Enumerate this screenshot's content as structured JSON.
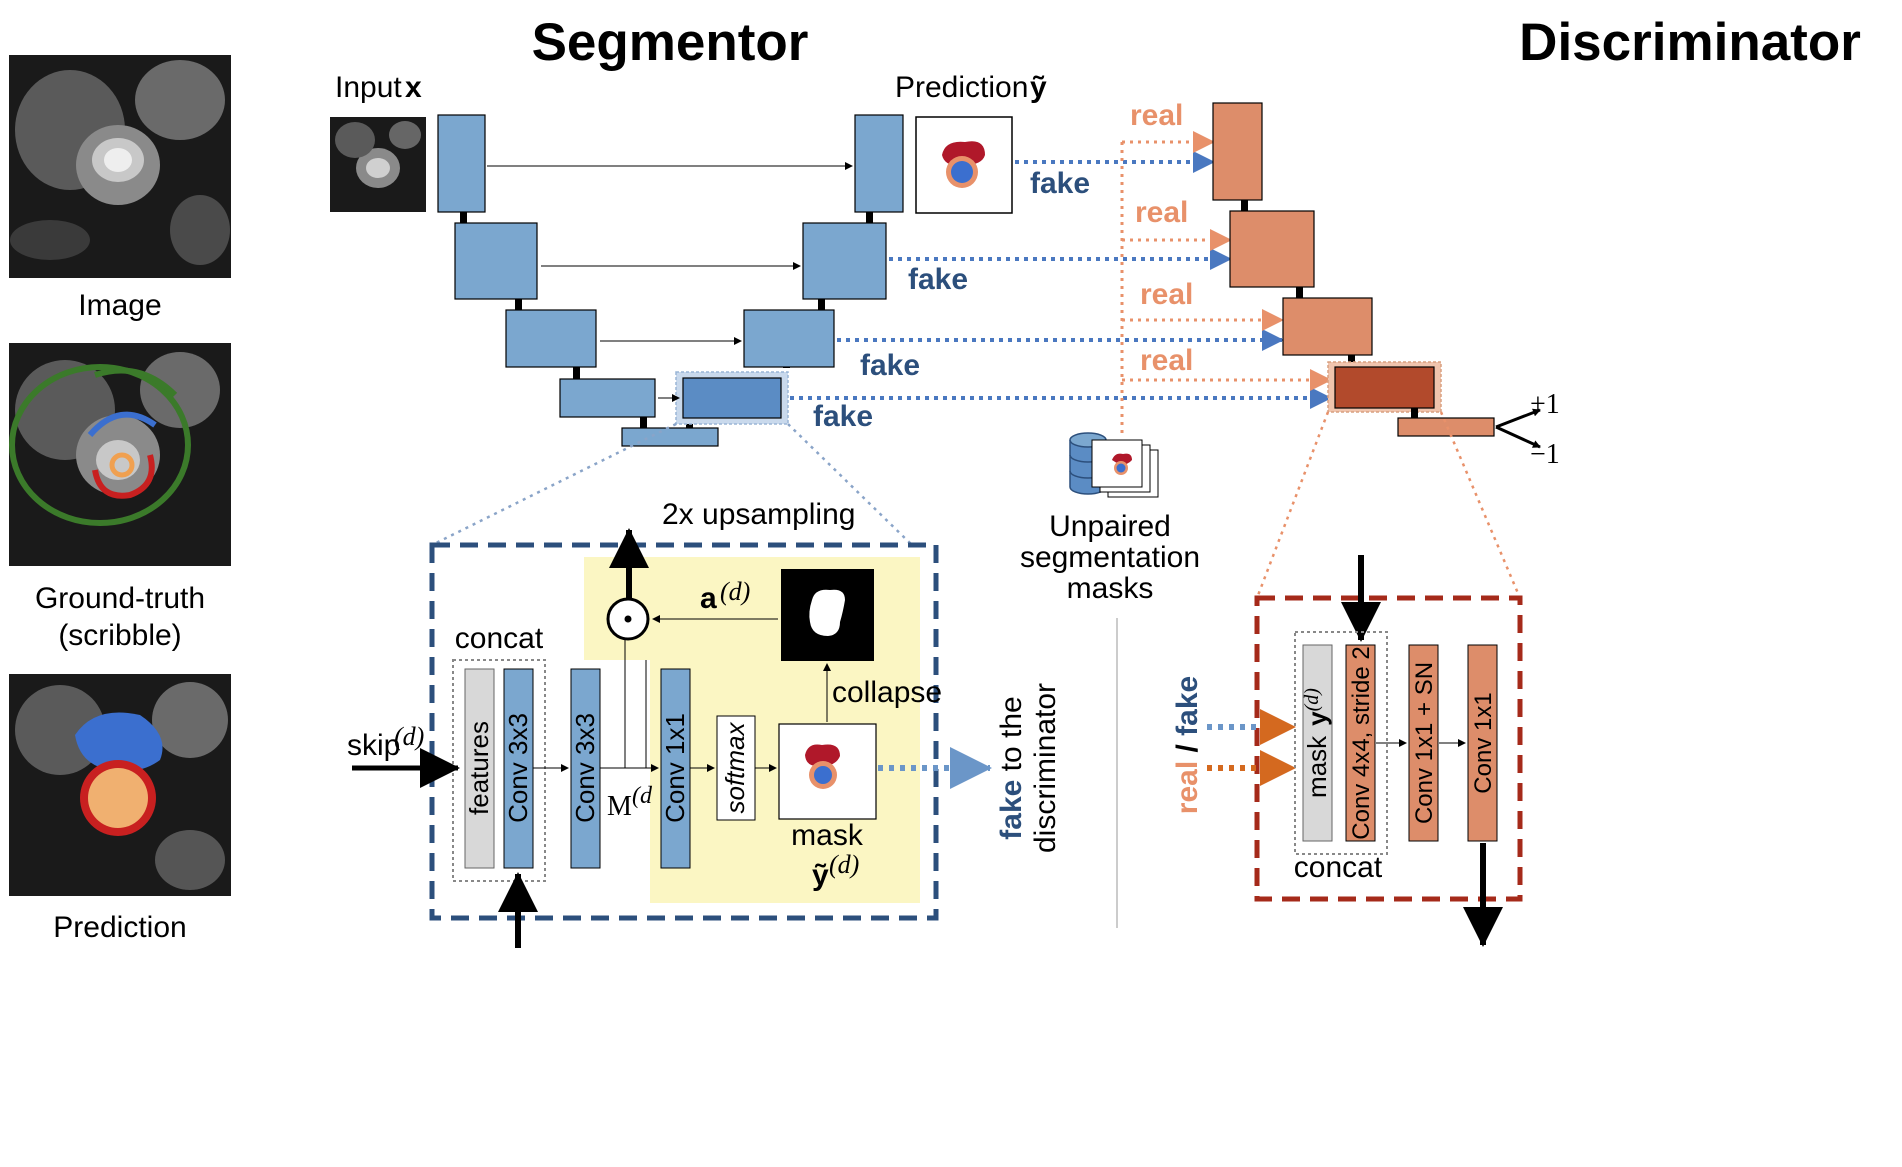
{
  "titles": {
    "segmentor": "Segmentor",
    "discriminator": "Discriminator"
  },
  "left_panel": {
    "image_label": "Image",
    "gt_label_line1": "Ground-truth",
    "gt_label_line2": "(scribble)",
    "prediction_label": "Prediction"
  },
  "segmentor": {
    "input_label": "Input",
    "input_symbol": "x",
    "prediction_label": "Prediction",
    "prediction_symbol": "ỹ",
    "fake_labels": [
      "fake",
      "fake",
      "fake",
      "fake"
    ]
  },
  "discriminator": {
    "real_labels": [
      "real",
      "real",
      "real",
      "real"
    ],
    "output_pos": "+1",
    "output_neg": "−1",
    "unpaired_line1": "Unpaired",
    "unpaired_line2": "segmentation",
    "unpaired_line3": "masks"
  },
  "seg_detail": {
    "upsampling": "2x upsampling",
    "concat": "concat",
    "skip": "skip",
    "skip_sup": "(d)",
    "features": "features",
    "conv3x3_a": "Conv 3x3",
    "conv3x3_b": "Conv 3x3",
    "conv1x1": "Conv 1x1",
    "softmax": "softmax",
    "M": "M",
    "M_sup": "(d",
    "a": "a",
    "a_sup": "(d)",
    "collapse": "collapse",
    "mask": "mask",
    "mask_symbol": "ỹ",
    "mask_sup": "(d)",
    "fake_word": "fake",
    "to_the": " to the",
    "discriminator_word": "discriminator"
  },
  "disc_detail": {
    "real_word": "real",
    "slash": " / ",
    "fake_word": "fake",
    "mask": "mask",
    "mask_symbol": "y",
    "mask_sup": "(d)",
    "conv4x4": "Conv 4x4, stride 2",
    "conv1x1_sn": "Conv 1x1 + SN",
    "conv1x1": "Conv 1x1",
    "concat": "concat"
  },
  "colors": {
    "seg_block": "#7ba7cf",
    "seg_block_dark": "#5b8cc4",
    "disc_block": "#dd8d6a",
    "disc_block_dark": "#b24a2c",
    "fake_arrow": "#4a78c0",
    "real_arrow": "#e8916a",
    "seg_dash_box": "#2c4f7c",
    "disc_dash_box": "#a52a1a",
    "yellow": "#fbf6c3"
  }
}
